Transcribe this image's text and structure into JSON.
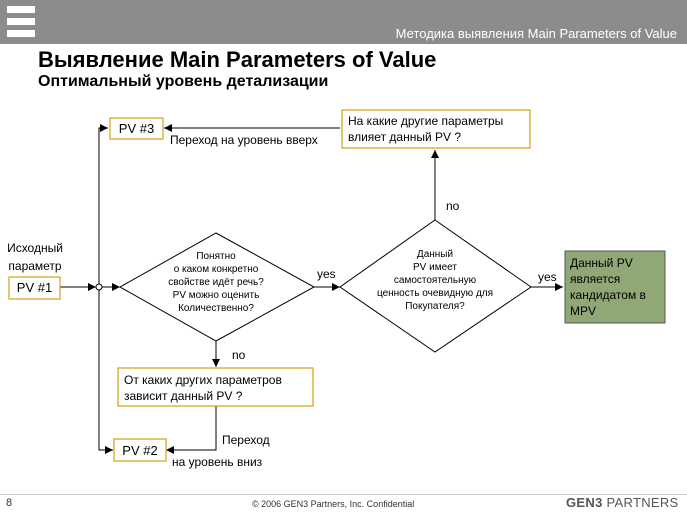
{
  "header": {
    "title": "Методика выявления Main Parameters of Value"
  },
  "slide": {
    "title": "Выявление Main Parameters of Value",
    "subtitle": "Оптимальный уровень детализации"
  },
  "diagram": {
    "start_label_1": "Исходный",
    "start_label_2": "параметр",
    "pv1": "PV #1",
    "pv2": "PV #2",
    "pv3": "PV #3",
    "decision1": [
      "Понятно",
      "о каком конкретно",
      "свойстве идёт речь?",
      "PV можно оценить",
      "Количественно?"
    ],
    "decision2": [
      "Данный",
      "PV имеет",
      "самостоятельную",
      "ценность очевидную для",
      "Покупателя?"
    ],
    "question_down": [
      "От каких других параметров",
      "зависит данный PV ?"
    ],
    "question_up": [
      "На какие другие параметры",
      "влияет данный  PV ?"
    ],
    "result": [
      "Данный PV",
      "является",
      "кандидатом в",
      "MPV"
    ],
    "level_up": "Переход на уровень вверх",
    "level_down_1": "Переход",
    "level_down_2": "на уровень вниз",
    "yes1": "yes",
    "yes2": "yes",
    "no1": "no",
    "no2": "no"
  },
  "colors": {
    "box_border": "#d4a017",
    "result_fill": "#8fa876",
    "header_bg": "#8c8c8c"
  },
  "footer": {
    "page": "8",
    "copyright": "© 2006 GEN3 Partners, Inc. Confidential",
    "logo_brand": "GEN3",
    "logo_text": " PARTNERS"
  }
}
